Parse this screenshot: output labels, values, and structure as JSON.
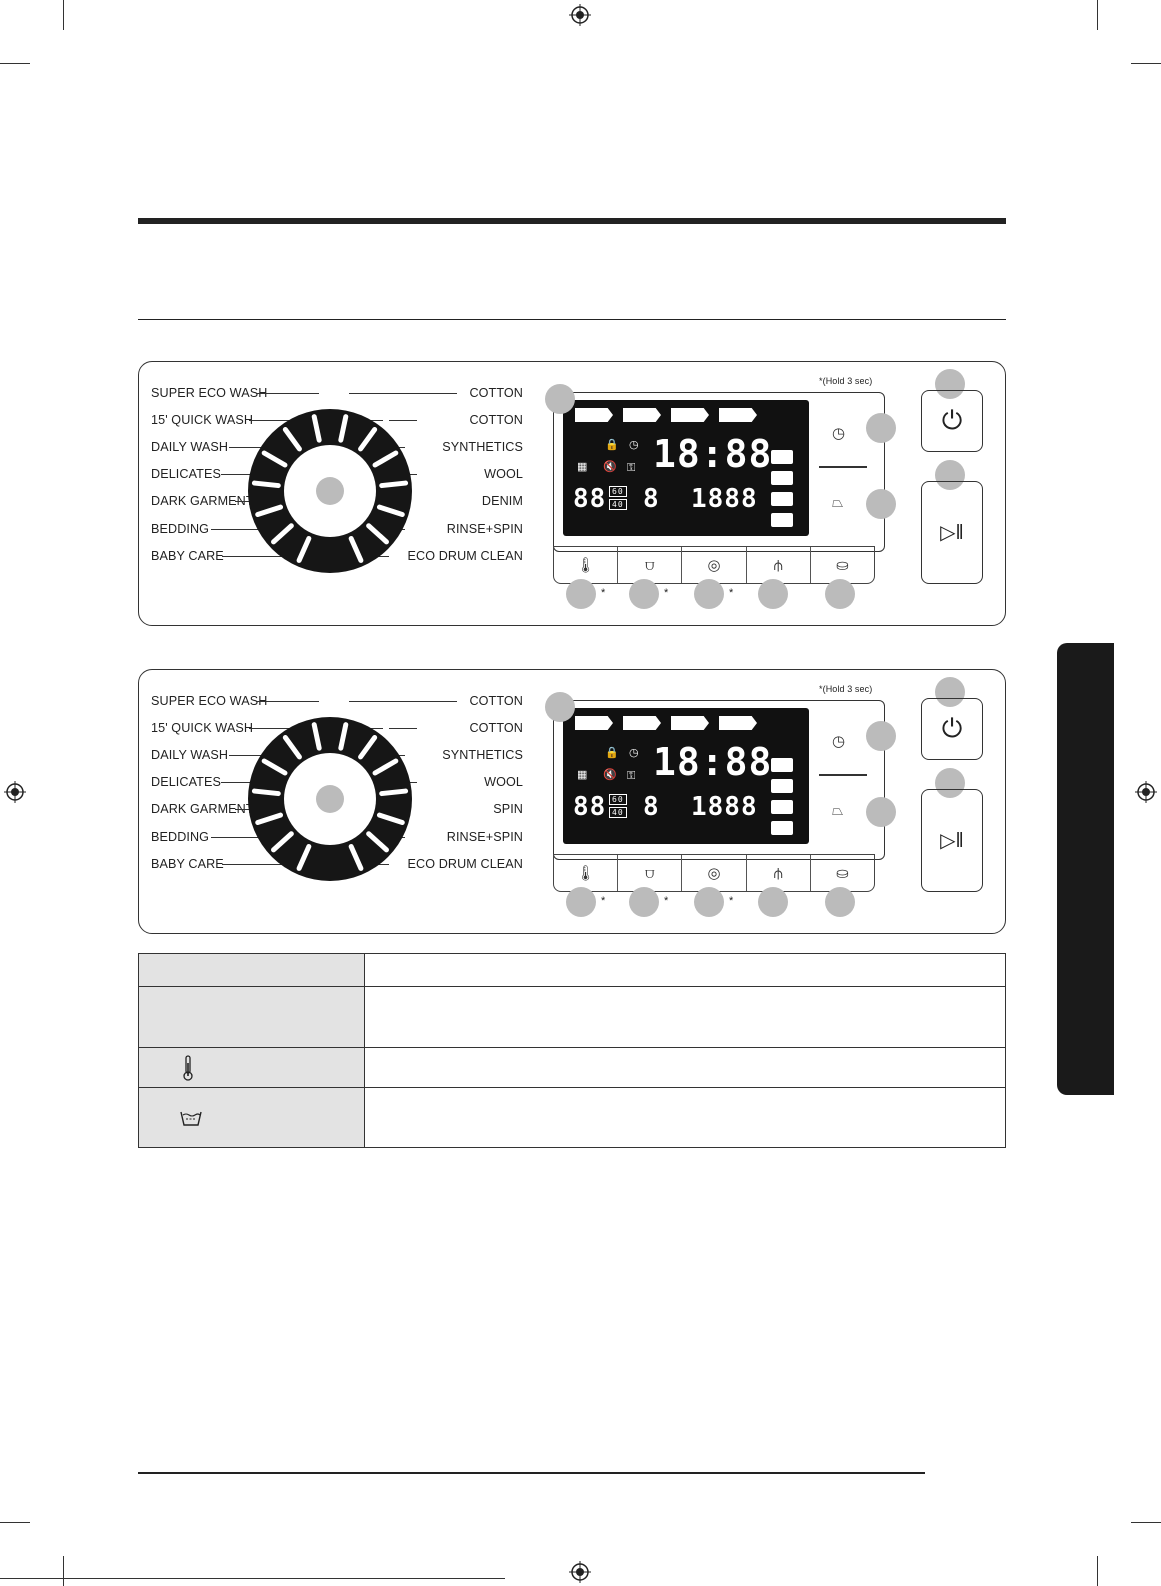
{
  "panels": [
    {
      "left_labels": [
        "SUPER ECO WASH",
        "15' QUICK WASH",
        "DAILY WASH",
        "DELICATES",
        "DARK GARMENT",
        "BEDDING",
        "BABY CARE"
      ],
      "right_labels": [
        "COTTON",
        "COTTON",
        "SYNTHETICS",
        "WOOL",
        "DENIM",
        "RINSE+SPIN",
        "ECO DRUM CLEAN"
      ],
      "hold_note": "*(Hold 3 sec)",
      "lcd_time": "18:88",
      "lcd_left": "88",
      "lcd_mid": "8",
      "lcd_right": "1888",
      "temp_60": "60",
      "temp_40": "40",
      "star": "*"
    },
    {
      "left_labels": [
        "SUPER ECO WASH",
        "15' QUICK WASH",
        "DAILY WASH",
        "DELICATES",
        "DARK GARMENT",
        "BEDDING",
        "BABY CARE"
      ],
      "right_labels": [
        "COTTON",
        "COTTON",
        "SYNTHETICS",
        "WOOL",
        "SPIN",
        "RINSE+SPIN",
        "ECO DRUM CLEAN"
      ],
      "hold_note": "*(Hold 3 sec)",
      "lcd_time": "18:88",
      "lcd_left": "88",
      "lcd_mid": "8",
      "lcd_right": "1888",
      "temp_60": "60",
      "temp_40": "40",
      "star": "*"
    }
  ],
  "icons": {
    "power": "power-icon",
    "start_pause": "start-pause-icon",
    "temperature": "thermometer-icon",
    "rinse": "rinse-icon",
    "spin": "spin-icon",
    "soil": "soil-level-icon",
    "option": "option-icon",
    "delay": "delay-end-icon",
    "iron": "easy-iron-icon"
  }
}
